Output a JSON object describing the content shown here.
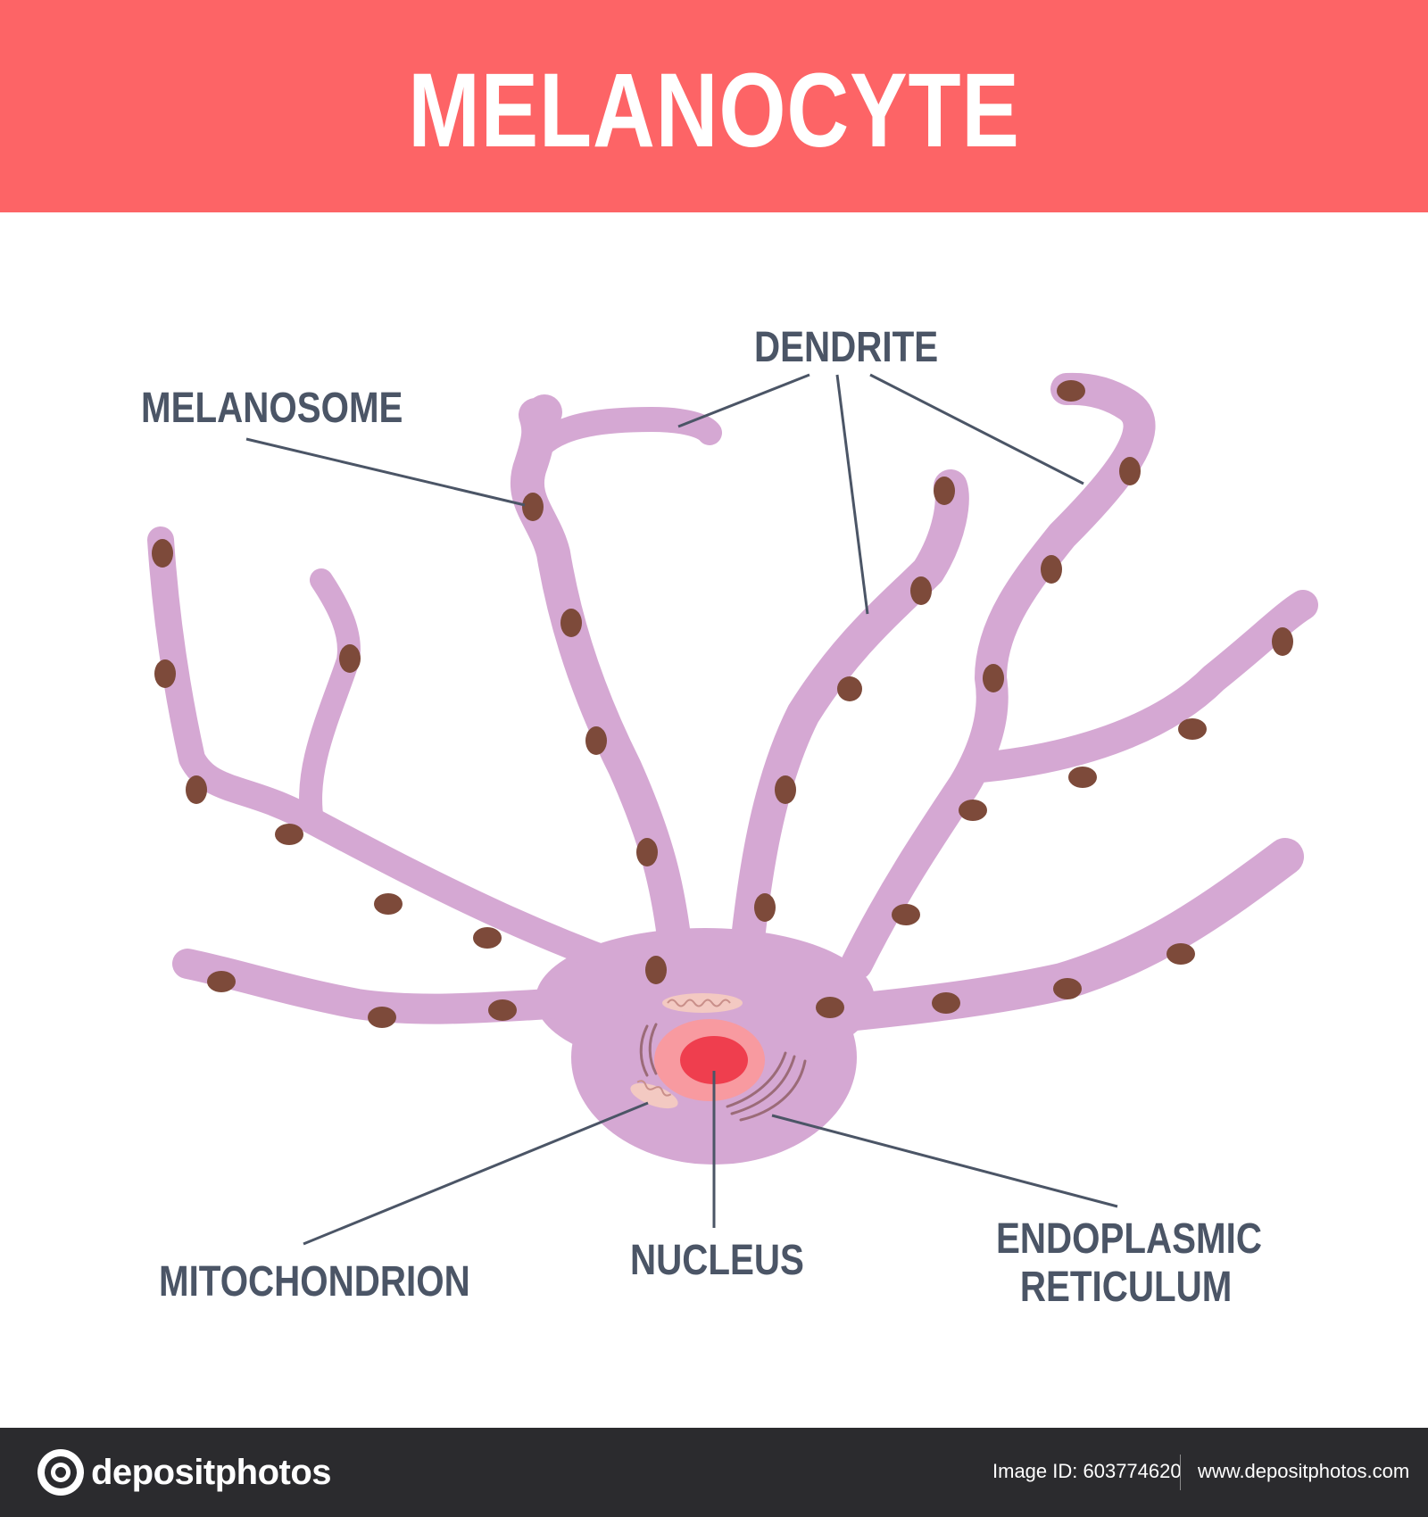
{
  "header": {
    "title": "MELANOCYTE"
  },
  "labels": {
    "dendrite": "DENDRITE",
    "melanosome": "MELANOSOME",
    "mitochondrion": "MITOCHONDRION",
    "nucleus": "NUCLEUS",
    "endoplasmic_line1": "ENDOPLASMIC",
    "endoplasmic_line2": "RETICULUM"
  },
  "footer": {
    "brand": "depositphotos",
    "image_id": "Image ID: 603774620",
    "site": "www.depositphotos.com"
  },
  "colors": {
    "header_bg": "#fd6466",
    "cell": "#d5a8d3",
    "melanosome": "#7d4a3a",
    "nucleus_outer": "#f89aa0",
    "nucleus_inner": "#ef3e4e",
    "label_text": "#4b5566",
    "footer_bg": "#2b2b2e"
  }
}
